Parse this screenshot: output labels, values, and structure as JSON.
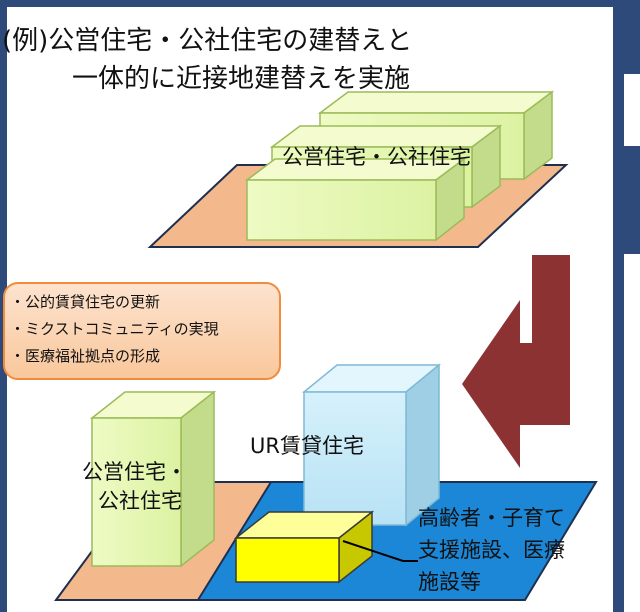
{
  "title": {
    "line1": "(例)公営住宅・公社住宅の建替えと",
    "line2": "一体的に近接地建替えを実施"
  },
  "before": {
    "building_label": "公営住宅・公社住宅"
  },
  "benefits_box": {
    "items": [
      "・公的賃貸住宅の更新",
      "・ミクストコミュニティの実現",
      "・医療福祉拠点の形成"
    ]
  },
  "after": {
    "public_housing_line1": "公営住宅・",
    "public_housing_line2": "公社住宅",
    "ur_label": "UR賃貸住宅",
    "facility_line1": "高齢者・子育て",
    "facility_line2": "支援施設、医療",
    "facility_line3": "施設等"
  },
  "colors": {
    "frame": "#2e4a7a",
    "ground_orange": "#f3b98c",
    "ground_blue": "#1b87d6",
    "building_green": "#e6f7b5",
    "building_blue": "#c9eaf8",
    "facility_yellow": "#ffff00",
    "arrow": "#8c3232",
    "callout_fill": "#fbd5b5",
    "callout_border": "#f08c3c"
  }
}
